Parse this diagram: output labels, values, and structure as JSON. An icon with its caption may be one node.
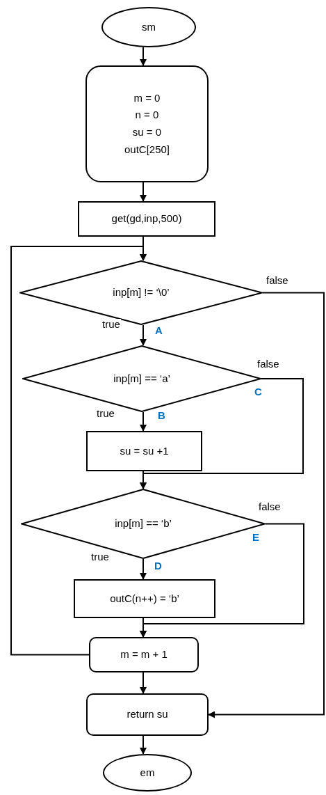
{
  "diagram": {
    "nodes": [
      {
        "text": [
          "sm"
        ]
      },
      {
        "text": [
          "m = 0",
          "n = 0",
          "su = 0",
          "outC[250]"
        ]
      },
      {
        "text": [
          "get(gd,inp,500)"
        ]
      },
      {
        "text": [
          "inp[m] != ‘\\0’"
        ]
      },
      {
        "text": [
          "inp[m] == ‘a’"
        ]
      },
      {
        "text": [
          "su = su +1"
        ]
      },
      {
        "text": [
          "inp[m] == ‘b’"
        ]
      },
      {
        "text": [
          "outC(n++) = ‘b’"
        ]
      },
      {
        "text": [
          "m = m + 1"
        ]
      },
      {
        "text": [
          "return su"
        ]
      },
      {
        "text": [
          "em"
        ]
      }
    ],
    "edges": [
      {
        "from": 0,
        "to": 1,
        "arrow": "to"
      },
      {
        "from": 1,
        "to": 2,
        "arrow": "to"
      },
      {
        "from": 2,
        "to": 3,
        "arrow": "to"
      },
      {
        "from": 3,
        "to": 4,
        "arrow": "to",
        "label": "true"
      },
      {
        "from": 3,
        "to": 9,
        "arrow": "to",
        "label": "false"
      },
      {
        "from": 4,
        "to": 5,
        "arrow": "to",
        "label": "true"
      },
      {
        "from": 4,
        "to": 6,
        "arrow": "to",
        "label": "false"
      },
      {
        "from": 5,
        "to": 6,
        "arrow": "to"
      },
      {
        "from": 6,
        "to": 7,
        "arrow": "to",
        "label": "true"
      },
      {
        "from": 6,
        "to": 8,
        "arrow": "to",
        "label": "false"
      },
      {
        "from": 7,
        "to": 8,
        "arrow": "to"
      },
      {
        "from": 8,
        "to": 3,
        "arrow": "to"
      },
      {
        "from": 8,
        "to": 9,
        "arrow": "to"
      },
      {
        "from": 9,
        "to": 10,
        "arrow": "to"
      }
    ],
    "labels": [
      "A",
      "C",
      "B",
      "E",
      "D"
    ]
  }
}
